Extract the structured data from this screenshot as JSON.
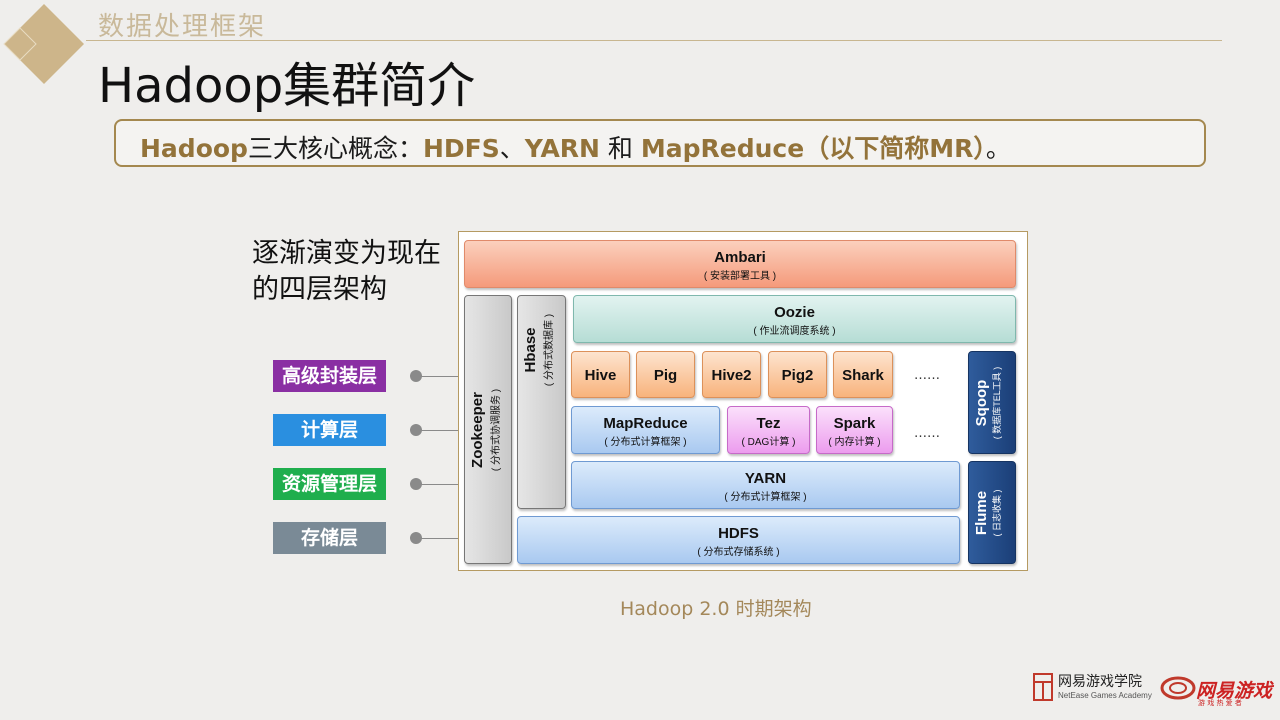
{
  "header": {
    "section_title": "数据处理框架",
    "title": "Hadoop集群简介"
  },
  "concept": {
    "hadoop": "Hadoop",
    "text1": "三大核心概念：",
    "hdfs": "HDFS",
    "sep": "、",
    "yarn": "YARN",
    "and": " 和 ",
    "mr": "MapReduce（以下简称MR）",
    "end": "。"
  },
  "side_desc": "逐渐演变为现在的四层架构",
  "layers": [
    {
      "label": "高级封装层",
      "color": "#8a2fa3"
    },
    {
      "label": "计算层",
      "color": "#2a8fe0"
    },
    {
      "label": "资源管理层",
      "color": "#1fae4d"
    },
    {
      "label": "存储层",
      "color": "#7a8a96"
    }
  ],
  "diagram": {
    "ambari": {
      "title": "Ambari",
      "sub": "( 安装部署工具 )"
    },
    "oozie": {
      "title": "Oozie",
      "sub": "( 作业流调度系统 )"
    },
    "zookeeper": {
      "title": "Zookeeper",
      "sub": "( 分布式协调服务 )"
    },
    "hbase": {
      "title": "Hbase",
      "sub": "( 分布式数据库 )"
    },
    "hive": "Hive",
    "pig": "Pig",
    "hive2": "Hive2",
    "pig2": "Pig2",
    "shark": "Shark",
    "ellipsis1": "……",
    "ellipsis2": "……",
    "mapreduce": {
      "title": "MapReduce",
      "sub": "( 分布式计算框架 )"
    },
    "tez": {
      "title": "Tez",
      "sub": "( DAG计算 )"
    },
    "spark": {
      "title": "Spark",
      "sub": "( 内存计算 )"
    },
    "yarn": {
      "title": "YARN",
      "sub": "( 分布式计算框架 )"
    },
    "hdfs": {
      "title": "HDFS",
      "sub": "( 分布式存储系统 )"
    },
    "sqoop": {
      "title": "Sqoop",
      "sub": "( 数据库TEL工具 )"
    },
    "flume": {
      "title": "Flume",
      "sub": "( 日志收集 )"
    }
  },
  "caption": "Hadoop  2.0 时期架构",
  "footer": {
    "academy": "网易游戏学院",
    "academy_en": "NetEase Games Academy",
    "games": "网易游戏",
    "games_sub": "游 戏 热 爱 者"
  }
}
